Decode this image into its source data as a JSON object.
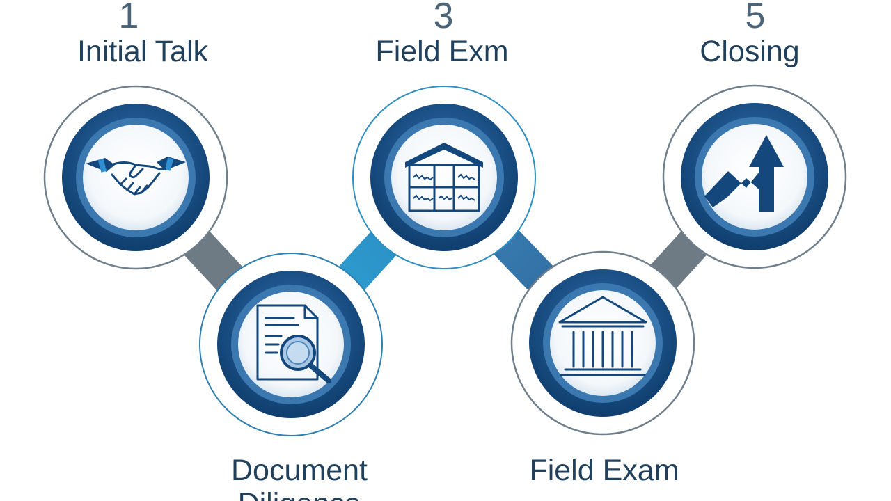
{
  "steps": [
    {
      "number": "1",
      "label": "Initial Talk",
      "icon": "handshake-icon"
    },
    {
      "number": "",
      "label": "Document Diligence",
      "label_line1": "Document",
      "label_line2": "Diligence",
      "icon": "document-search-icon"
    },
    {
      "number": "3",
      "label": "Field Exm",
      "icon": "warehouse-icon"
    },
    {
      "number": "",
      "label": "Field Exam",
      "icon": "bank-building-icon"
    },
    {
      "number": "5",
      "label": "Closing",
      "icon": "growth-arrow-icon"
    }
  ],
  "colors": {
    "ring_dark": "#14487d",
    "ring_mid": "#2c6aa6",
    "outer_ring": "#6f7f8c",
    "connector_gray": "#6e7b85",
    "connector_teal": "#2b95c8",
    "connector_blue": "#3a78aa",
    "label_text": "#20405c",
    "number_text": "#4b6478"
  }
}
